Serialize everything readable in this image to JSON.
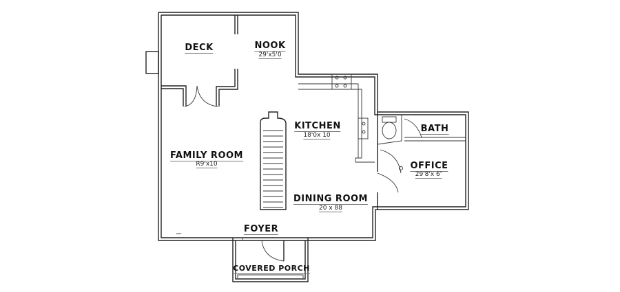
{
  "rooms": {
    "deck": {
      "name": "DECK"
    },
    "nook": {
      "name": "NOOK",
      "size": "29'x5'0"
    },
    "kitchen": {
      "name": "KITCHEN",
      "size": "18'0x 10"
    },
    "family_room": {
      "name": "FAMILY ROOM",
      "size": "R9'x10"
    },
    "bath": {
      "name": "BATH"
    },
    "office": {
      "name": "OFFICE",
      "size": "29'8'x 6'"
    },
    "dining_room": {
      "name": "DINING ROOM",
      "size": "20 x 88"
    },
    "foyer": {
      "name": "FOYER"
    },
    "covered_porch": {
      "name": "COVERED PORCH"
    }
  }
}
